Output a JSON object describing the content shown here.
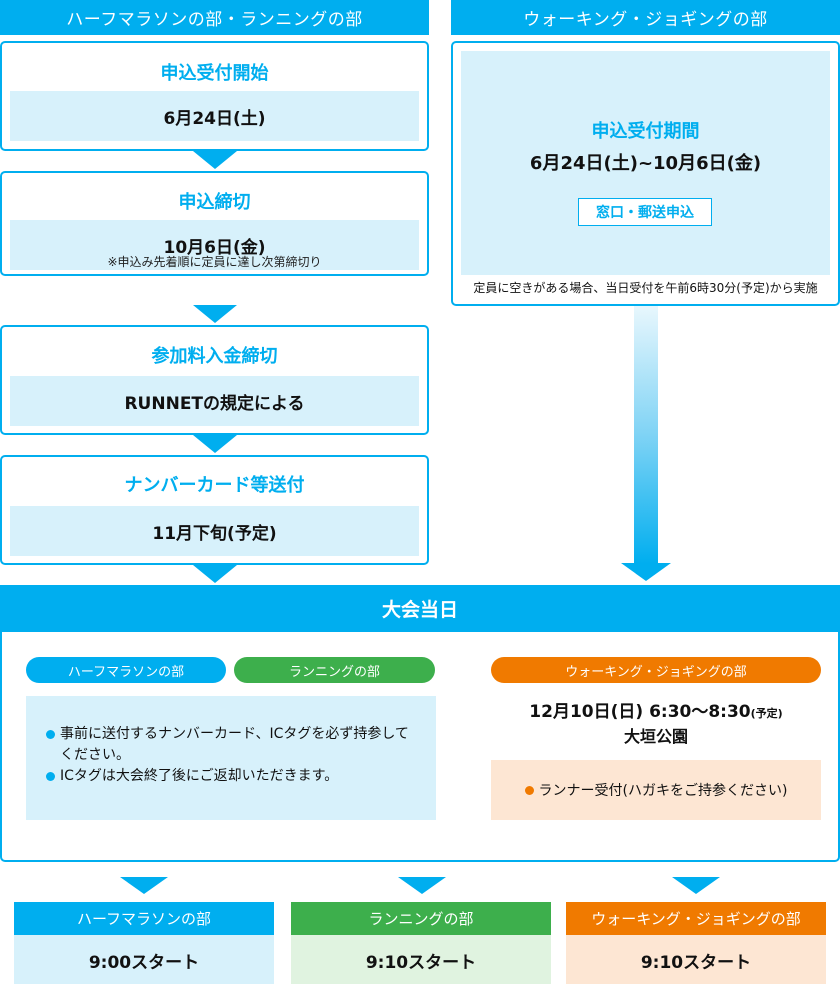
{
  "left_header": "ハーフマラソンの部・ランニングの部",
  "right_header": "ウォーキング・ジョギングの部",
  "steps": [
    {
      "title": "申込受付開始",
      "value": "6月24日(土)",
      "note": ""
    },
    {
      "title": "申込締切",
      "value": "10月6日(金)",
      "note": "※申込み先着順に定員に達し次第締切り"
    },
    {
      "title": "参加料入金締切",
      "value": "RUNNETの規定による",
      "note": ""
    },
    {
      "title": "ナンバーカード等送付",
      "value": "11月下旬(予定)",
      "note": ""
    }
  ],
  "walking": {
    "title": "申込受付期間",
    "period": "6月24日(土)~10月6日(金)",
    "method": "窓口・郵送申込",
    "note": "定員に空きがある場合、当日受付を午前6時30分(予定)から実施"
  },
  "event_day": {
    "title": "大会当日",
    "tags": [
      "ハーフマラソンの部",
      "ランニングの部",
      "ウォーキング・ジョギングの部"
    ],
    "notes": [
      "事前に送付するナンバーカード、ICタグを必ず持参してください。",
      "ICタグは大会終了後にご返却いただきます。"
    ],
    "walking_date": "12月10日(日) 6:30〜8:30",
    "walking_date_suffix": "(予定)",
    "walking_place": "大垣公園",
    "walking_note": "ランナー受付(ハガキをご持参ください)"
  },
  "starts": [
    {
      "name": "ハーフマラソンの部",
      "time": "9:00スタート"
    },
    {
      "name": "ランニングの部",
      "time": "9:10スタート"
    },
    {
      "name": "ウォーキング・ジョギングの部",
      "time": "9:10スタート"
    }
  ],
  "colors": {
    "blue": "#00aeef",
    "green": "#3daf4c",
    "orange": "#f07a00"
  }
}
